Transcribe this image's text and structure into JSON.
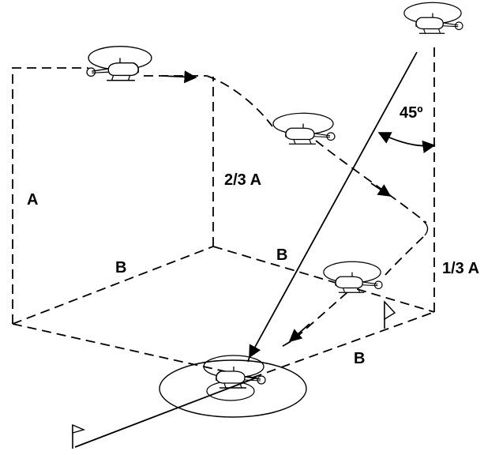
{
  "labels": {
    "height_full": "A",
    "height_two_thirds": "2/3 A",
    "height_one_third": "1/3 A",
    "angle": "45º",
    "distance_left": "B",
    "distance_middle": "B",
    "distance_right": "B"
  },
  "icons": {
    "aircraft": "helicopter-icon",
    "landing_pad": "helipad-circle-icon",
    "wind_flag": "flag-icon",
    "direction": "arrow-icon"
  }
}
